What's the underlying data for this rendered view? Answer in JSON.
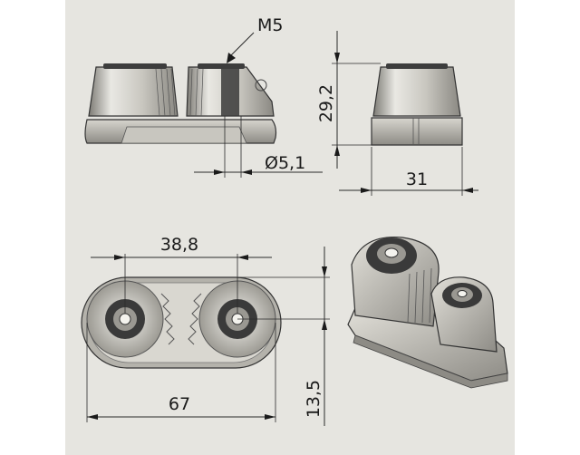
{
  "drawing": {
    "background": "#e6e5e0",
    "dimensions": {
      "thread": "M5",
      "hole_diameter": "Ø5,1",
      "height": "29,2",
      "width": "31",
      "hole_spacing": "38,8",
      "length": "67",
      "base_height": "13,5"
    },
    "colors": {
      "metal_light": "#d8d6cf",
      "metal_mid": "#a9a7a0",
      "metal_dark": "#3a3a3a",
      "line": "#2a2a2a"
    }
  }
}
